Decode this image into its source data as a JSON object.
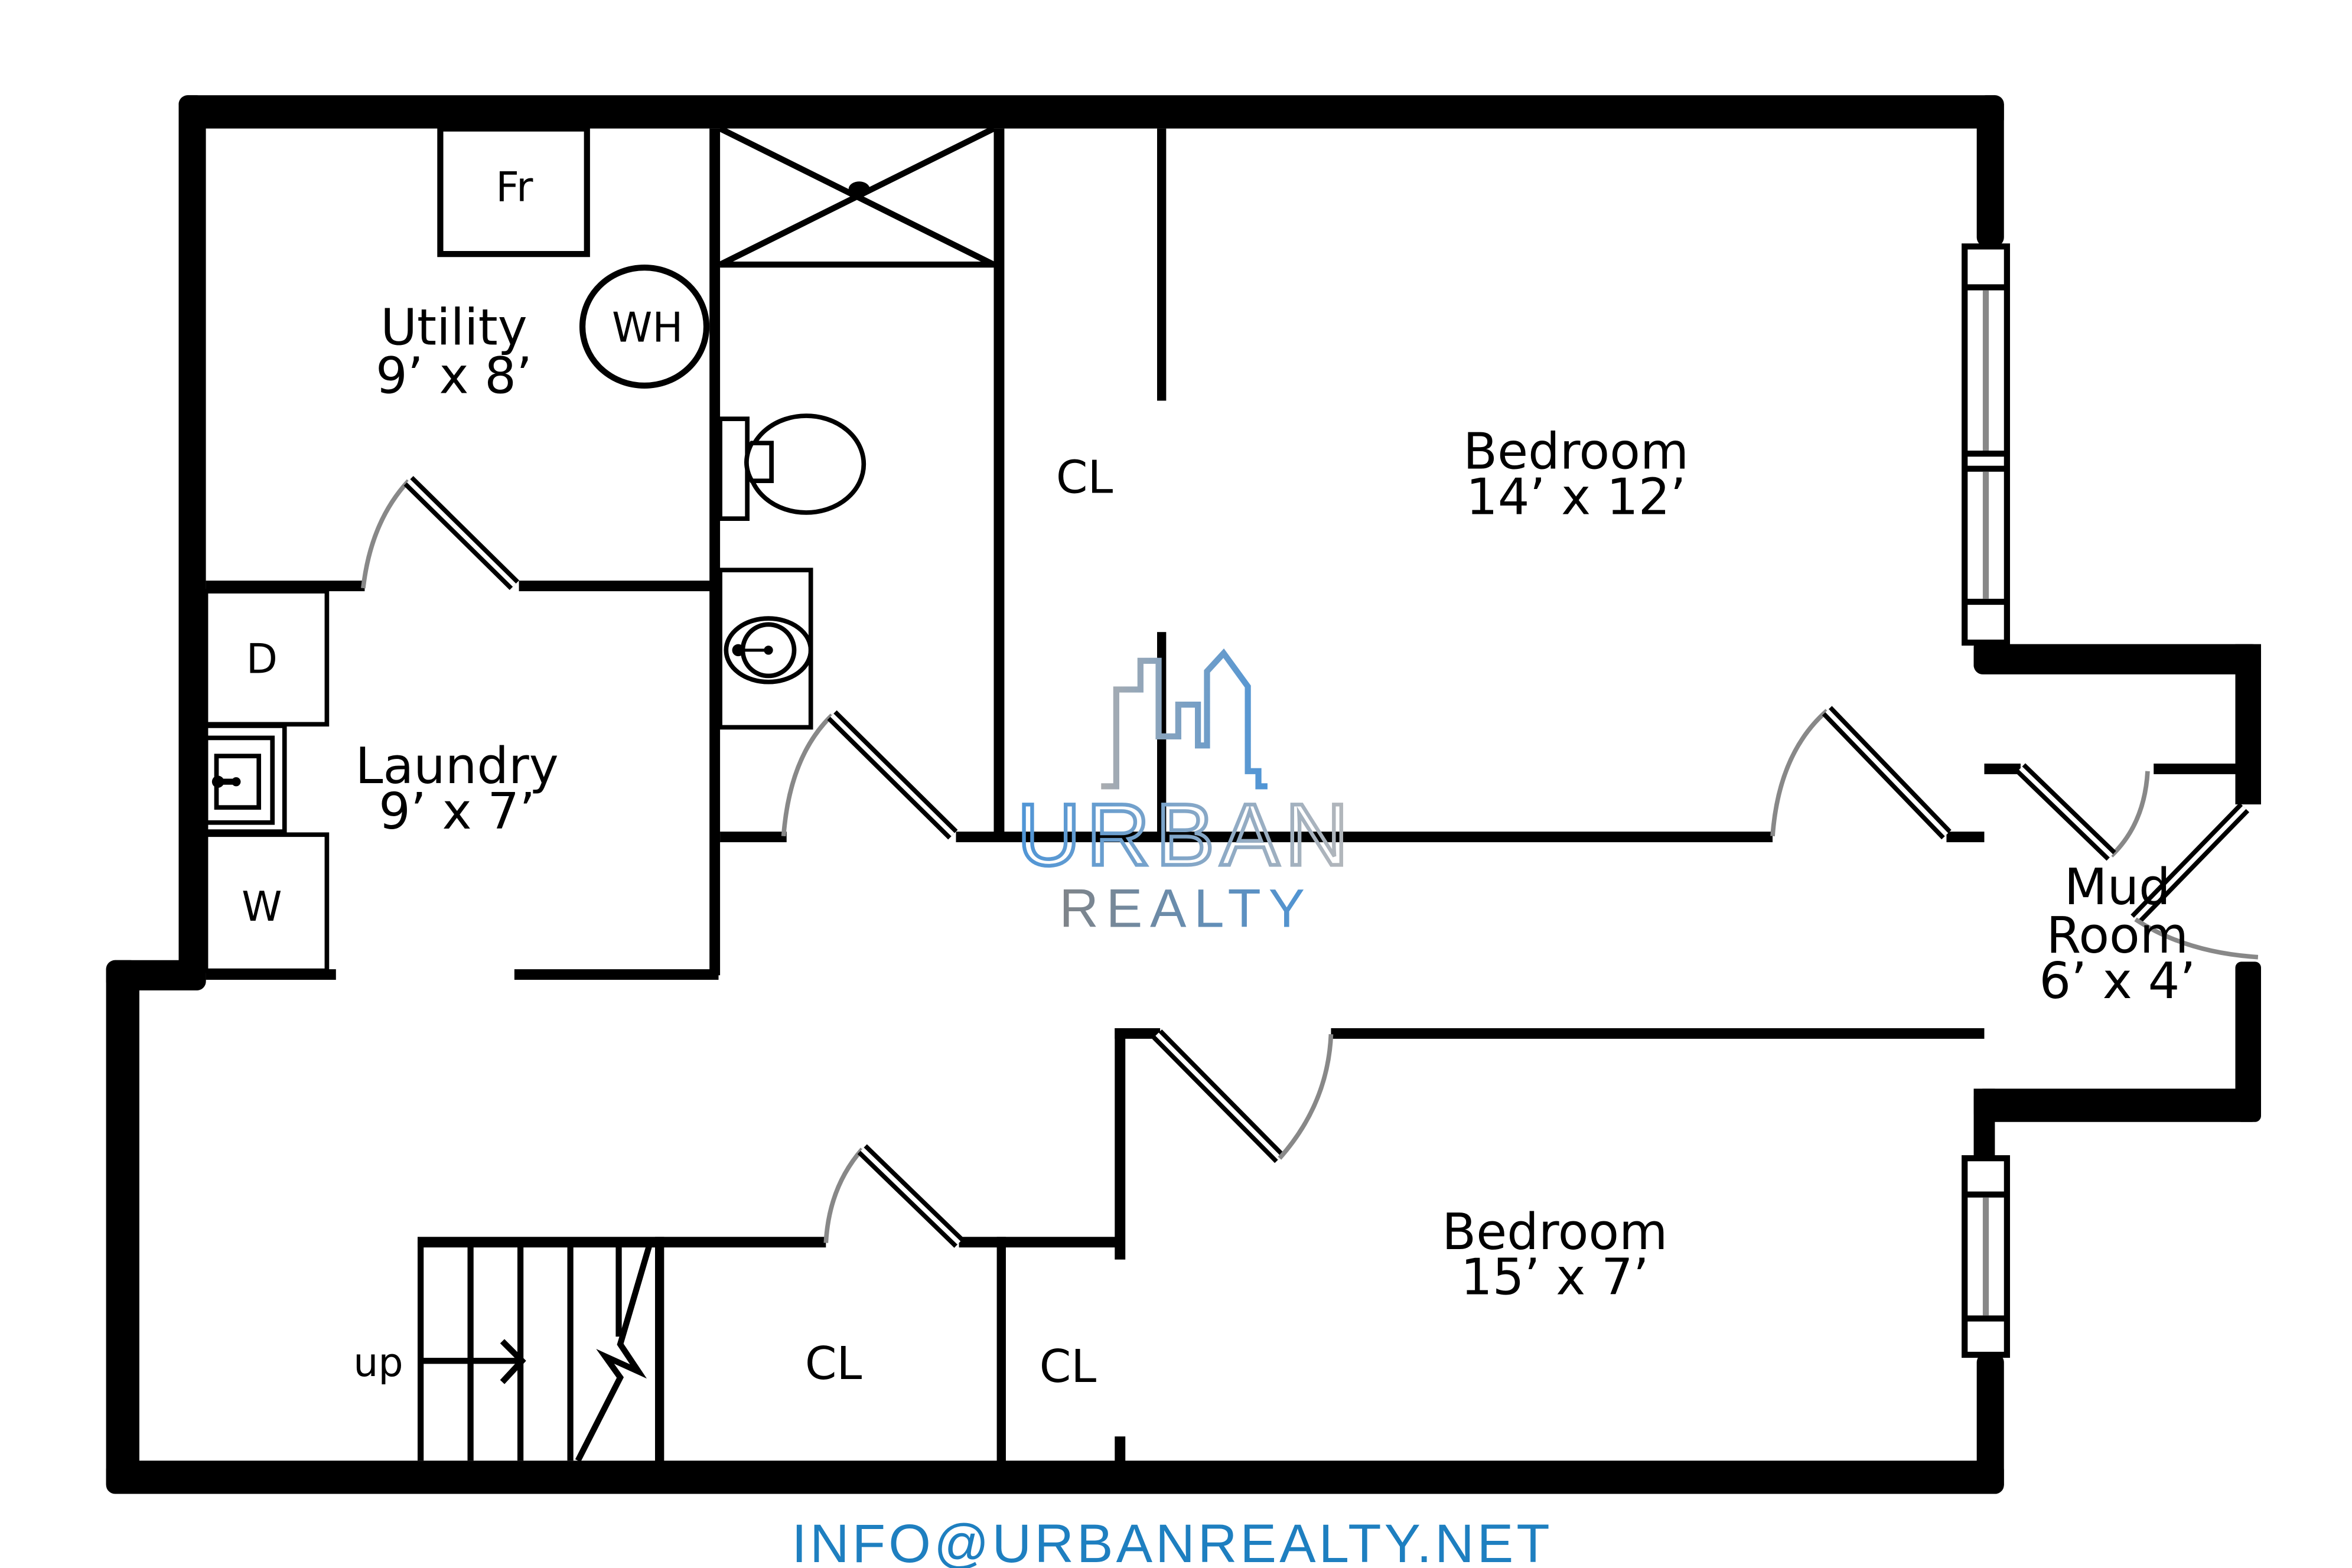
{
  "floorplan": {
    "rooms": {
      "utility": {
        "name": "Utility",
        "size": "9’ x 8’"
      },
      "laundry": {
        "name": "Laundry",
        "size": "9’ x 7’"
      },
      "bedroom_upper": {
        "name": "Bedroom",
        "size": "14’ x 12’"
      },
      "bedroom_lower": {
        "name": "Bedroom",
        "size": "15’ x 7’"
      },
      "mud_room": {
        "name_line1": "Mud",
        "name_line2": "Room",
        "size": "6’ x 4’"
      }
    },
    "closets": {
      "upper_closet": "CL",
      "lower_closet_left": "CL",
      "lower_closet_right": "CL"
    },
    "fixtures": {
      "freezer": "Fr",
      "water_heater": "WH",
      "dryer": "D",
      "washer": "W"
    },
    "stairs": {
      "direction_label": "up"
    }
  },
  "branding": {
    "logo_word1": "URBAN",
    "logo_word2": "REALTY",
    "email": "INFO@URBANREALTY.NET",
    "colors": {
      "blue": "#4f95d6",
      "gray": "#a9acb0",
      "email_blue": "#1e7fc0",
      "realty_gray": "#808488",
      "swing_gray": "#888888",
      "wall": "#000000"
    }
  }
}
